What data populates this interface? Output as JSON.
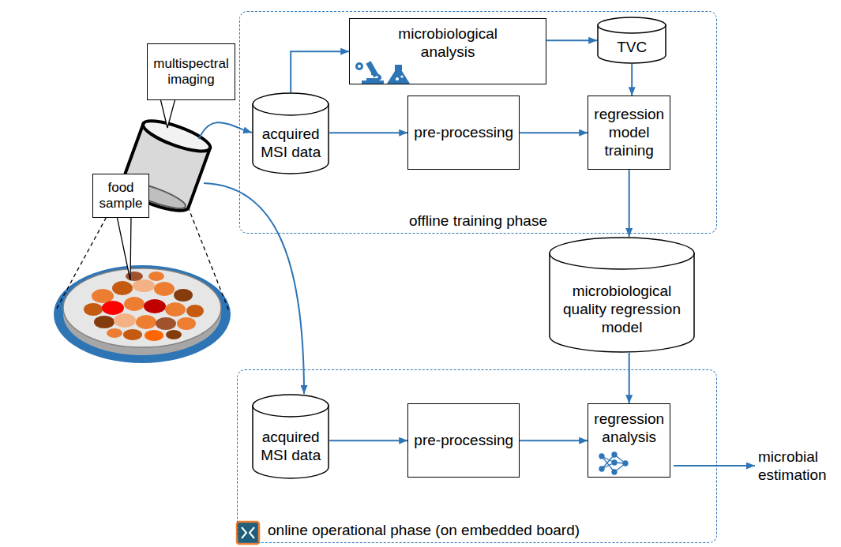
{
  "diagram": {
    "nodes": [
      {
        "text": [
          "offline training phase"
        ]
      },
      {
        "text": [
          "microbiological analysis"
        ],
        "in": 0
      },
      {
        "text": [
          "TVC"
        ],
        "in": 0
      },
      {
        "text": [
          "acquired MSI data"
        ],
        "in": 0
      },
      {
        "text": [
          "pre-processing"
        ],
        "in": 0
      },
      {
        "text": [
          "regression model training"
        ],
        "in": 0
      },
      {
        "text": [
          "multispectral imaging"
        ]
      },
      {
        "text": [
          "food sample"
        ]
      },
      {
        "text": [
          "microbiological quality regression model"
        ]
      },
      {
        "text": [
          "online operational phase (on embedded board)"
        ]
      },
      {
        "text": [
          "acquired MSI data"
        ],
        "in": 9
      },
      {
        "text": [
          "pre-processing"
        ],
        "in": 9
      },
      {
        "text": [
          "regression analysis"
        ],
        "in": 9
      }
    ],
    "edges": [
      {
        "from": 3,
        "to": 1,
        "arrow": "to"
      },
      {
        "from": 1,
        "to": 2,
        "arrow": "to"
      },
      {
        "from": 2,
        "to": 5,
        "arrow": "to"
      },
      {
        "from": 3,
        "to": 4,
        "arrow": "to"
      },
      {
        "from": 4,
        "to": 5,
        "arrow": "to"
      },
      {
        "from": 5,
        "to": 8,
        "arrow": "to"
      },
      {
        "from": 8,
        "to": 12,
        "arrow": "to"
      },
      {
        "from": 10,
        "to": 11,
        "arrow": "to"
      },
      {
        "from": 11,
        "to": 12,
        "arrow": "to"
      }
    ],
    "labels": [
      "microbial estimation"
    ]
  }
}
